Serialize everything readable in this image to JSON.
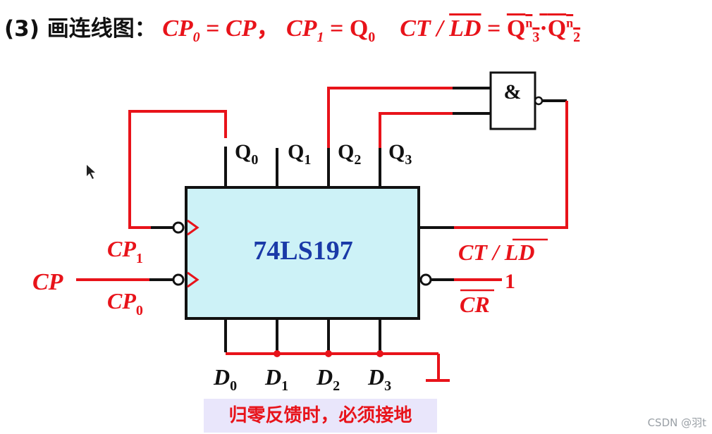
{
  "title": {
    "label": "(3) 画连线图：",
    "eq1_lhs": "CP",
    "eq1_lhs_sub": "0",
    "eq1_rhs": "CP",
    "sep": "，",
    "eq2_lhs": "CP",
    "eq2_lhs_sub": "1",
    "eq2_rhs": "Q",
    "eq2_rhs_sub": "0",
    "eq3_lhs_a": "CT /",
    "eq3_lhs_b": "LD",
    "eq3_rhs_a": "Q",
    "eq3_rhs_a_sup": "n",
    "eq3_rhs_a_sub": "3",
    "eq3_dot": "·",
    "eq3_rhs_b": "Q",
    "eq3_rhs_b_sup": "n",
    "eq3_rhs_b_sub": "2"
  },
  "chip": {
    "name": "74LS197"
  },
  "gate": {
    "symbol": "&"
  },
  "outputs": [
    {
      "main": "Q",
      "sub": "0"
    },
    {
      "main": "Q",
      "sub": "1"
    },
    {
      "main": "Q",
      "sub": "2"
    },
    {
      "main": "Q",
      "sub": "3"
    }
  ],
  "inputs_data": [
    {
      "main": "D",
      "sub": "0"
    },
    {
      "main": "D",
      "sub": "1"
    },
    {
      "main": "D",
      "sub": "2"
    },
    {
      "main": "D",
      "sub": "3"
    }
  ],
  "left_labels": {
    "cp1_main": "CP",
    "cp1_sub": "1",
    "cp": "CP",
    "cp0_main": "CP",
    "cp0_sub": "0"
  },
  "right_labels": {
    "ctld_a": "CT /",
    "ctld_b": "LD",
    "cr": "CR",
    "one": "1"
  },
  "note": "归零反馈时，必须接地",
  "credit": "CSDN @羽t",
  "colors": {
    "wire_red": "#e8131a",
    "wire_black": "#111111",
    "chip_fill": "#cdf2f7",
    "chip_text": "#1a3aa8",
    "note_bg": "#e9e6fb"
  }
}
